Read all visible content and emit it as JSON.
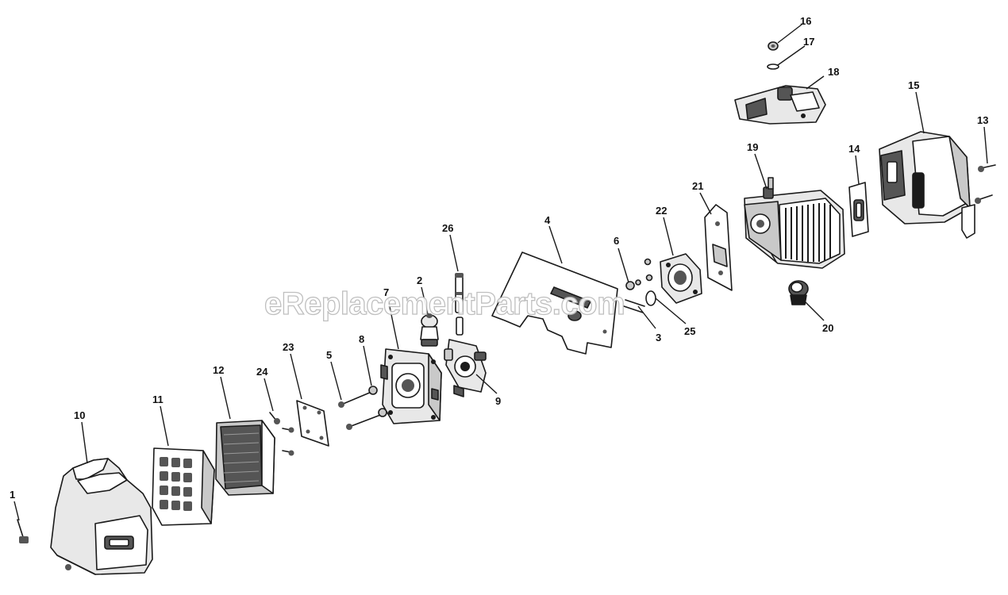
{
  "diagram": {
    "watermark": "eReplacementParts.com",
    "callouts": [
      {
        "id": "1",
        "label": "1",
        "part": "screw"
      },
      {
        "id": "2",
        "label": "2",
        "part": "primer-bulb"
      },
      {
        "id": "3",
        "label": "3",
        "part": "stud"
      },
      {
        "id": "4",
        "label": "4",
        "part": "heat-shield-plate"
      },
      {
        "id": "5",
        "label": "5",
        "part": "screw"
      },
      {
        "id": "6",
        "label": "6",
        "part": "nut"
      },
      {
        "id": "7",
        "label": "7",
        "part": "air-filter-base"
      },
      {
        "id": "8",
        "label": "8",
        "part": "washer"
      },
      {
        "id": "9",
        "label": "9",
        "part": "carburetor"
      },
      {
        "id": "10",
        "label": "10",
        "part": "air-filter-cover"
      },
      {
        "id": "11",
        "label": "11",
        "part": "air-filter-frame"
      },
      {
        "id": "12",
        "label": "12",
        "part": "air-filter-element"
      },
      {
        "id": "13",
        "label": "13",
        "part": "screw"
      },
      {
        "id": "14",
        "label": "14",
        "part": "muffler-gasket"
      },
      {
        "id": "15",
        "label": "15",
        "part": "muffler"
      },
      {
        "id": "16",
        "label": "16",
        "part": "nut"
      },
      {
        "id": "17",
        "label": "17",
        "part": "washer"
      },
      {
        "id": "18",
        "label": "18",
        "part": "ignition-module"
      },
      {
        "id": "19",
        "label": "19",
        "part": "engine-block"
      },
      {
        "id": "20",
        "label": "20",
        "part": "spark-plug"
      },
      {
        "id": "21",
        "label": "21",
        "part": "intake-gasket"
      },
      {
        "id": "22",
        "label": "22",
        "part": "insulator"
      },
      {
        "id": "23",
        "label": "23",
        "part": "choke-plate"
      },
      {
        "id": "24",
        "label": "24",
        "part": "screw"
      },
      {
        "id": "25",
        "label": "25",
        "part": "gasket"
      },
      {
        "id": "26",
        "label": "26",
        "part": "fuel-line"
      }
    ]
  }
}
